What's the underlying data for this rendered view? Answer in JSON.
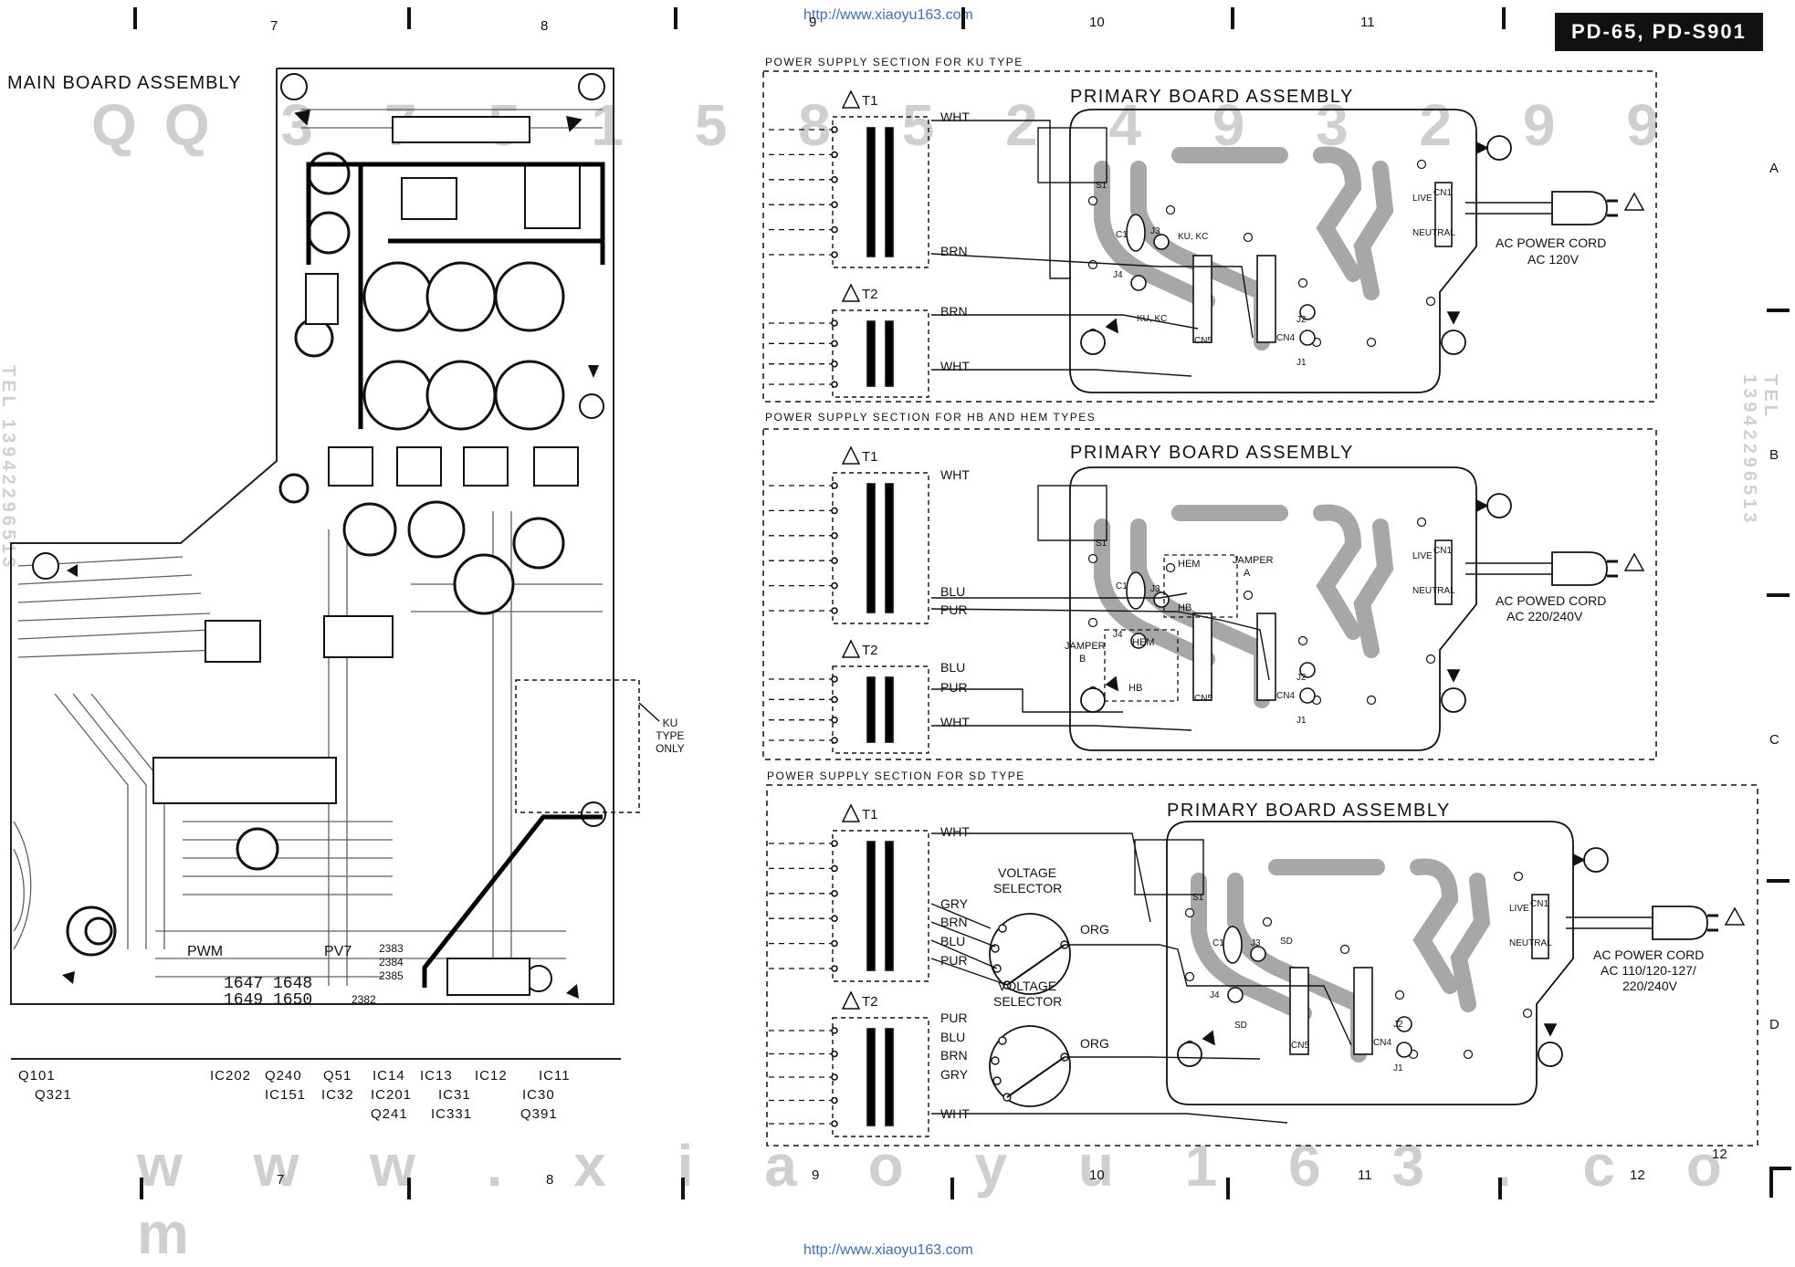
{
  "header": {
    "url_top": "http://www.xiaoyu163.com",
    "url_bottom": "http://www.xiaoyu163.com",
    "model": "PD-65, PD-S901",
    "page_number": "12"
  },
  "grid": {
    "columns_top": [
      "7",
      "8",
      "9",
      "10",
      "11"
    ],
    "columns_bottom": [
      "7",
      "8",
      "9",
      "10",
      "11",
      "12"
    ],
    "rows": [
      "A",
      "B",
      "C",
      "D"
    ]
  },
  "main_board": {
    "title": "MAIN BOARD ASSEMBLY",
    "ku_note": [
      "KU",
      "TYPE",
      "ONLY"
    ],
    "labels": [
      "PWM",
      "PV7",
      "1647 1648",
      "1649 1650",
      "2383",
      "2384",
      "2385",
      "2382"
    ],
    "part_row1": [
      "Q101",
      "IC202",
      "Q240",
      "Q51",
      "IC14",
      "IC13",
      "IC12",
      "IC11"
    ],
    "part_row2": [
      "Q321",
      "IC151",
      "IC32",
      "IC201",
      "IC31",
      "IC30"
    ],
    "part_row3": [
      "Q241",
      "IC331",
      "Q391"
    ]
  },
  "sections": [
    {
      "caption": "POWER SUPPLY SECTION FOR KU TYPE",
      "board_title": "PRIMARY BOARD ASSEMBLY",
      "t1_label": "T1",
      "t1_wires": [
        "WHT",
        "BRN"
      ],
      "t2_label": "T2",
      "t2_wires": [
        "BRN",
        "WHT"
      ],
      "cord": [
        "AC POWER CORD",
        "AC 120V"
      ],
      "pcb_labels": [
        "S1",
        "C1",
        "J3",
        "KU, KC",
        "J4",
        "KU, KC",
        "CN5",
        "CN4",
        "J2",
        "J1",
        "CN1",
        "LIVE",
        "NEUTRAL"
      ]
    },
    {
      "caption": "POWER SUPPLY SECTION FOR HB AND HEM TYPES",
      "board_title": "PRIMARY BOARD ASSEMBLY",
      "t1_label": "T1",
      "t1_wires": [
        "WHT",
        "BLU",
        "PUR"
      ],
      "t2_label": "T2",
      "t2_wires": [
        "BLU",
        "PUR",
        "WHT"
      ],
      "cord": [
        "AC POWED CORD",
        "AC 220/240V"
      ],
      "jumper_a": [
        "HEM",
        "JAMPER",
        "A",
        "HB"
      ],
      "jumper_b": [
        "JAMPER",
        "B",
        "HEM",
        "HB"
      ],
      "pcb_labels": [
        "S1",
        "C1",
        "J3",
        "J4",
        "CN5",
        "CN4",
        "J2",
        "J1",
        "CN1",
        "LIVE",
        "NEUTRAL"
      ]
    },
    {
      "caption": "POWER SUPPLY SECTION FOR SD TYPE",
      "board_title": "PRIMARY BOARD ASSEMBLY",
      "t1_label": "T1",
      "t1_wires": [
        "WHT",
        "GRY",
        "BRN",
        "BLU",
        "PUR"
      ],
      "t2_label": "T2",
      "t2_wires": [
        "PUR",
        "BLU",
        "BRN",
        "GRY",
        "WHT"
      ],
      "selector_label": [
        "VOLTAGE",
        "SELECTOR"
      ],
      "selector_out": "ORG",
      "cord": [
        "AC POWER CORD",
        "AC 110/120-127/",
        "220/240V"
      ],
      "pcb_labels": [
        "S1",
        "C1",
        "J3",
        "SD",
        "J4",
        "SD",
        "CN5",
        "CN4",
        "J2",
        "J1",
        "CN1",
        "LIVE",
        "NEUTRAL"
      ]
    }
  ],
  "watermarks": [
    "QQ 3 7 5 1 5 8 5 2 4 9 3 2 9 9",
    "w w w . x i a o y u 1 6 3 . c o m",
    "TEL 13942296513",
    "TEL 13942296513"
  ]
}
